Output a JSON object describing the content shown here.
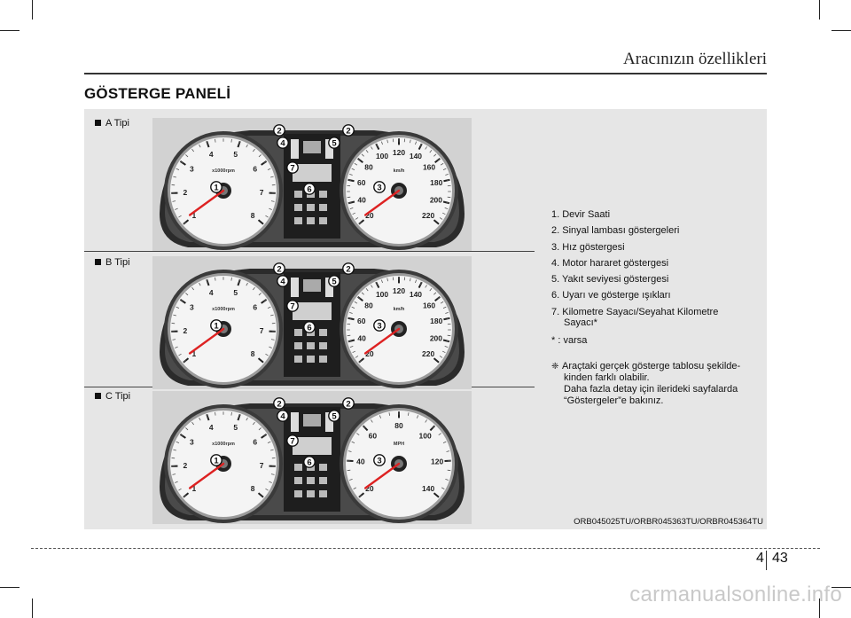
{
  "header": {
    "section_title": "Aracınızın özellikleri"
  },
  "page": {
    "heading": "GÖSTERGE PANELİ",
    "chapter": "4",
    "number": "43"
  },
  "variants": [
    {
      "label": "A Tipi"
    },
    {
      "label": "B Tipi"
    },
    {
      "label": "C Tipi"
    }
  ],
  "gauges": {
    "tach_unit": "x1000rpm",
    "speed_unit": "km/h",
    "speed_unit_c": "MPH",
    "tach_ticks": [
      "1",
      "2",
      "3",
      "4",
      "5",
      "6",
      "7",
      "8"
    ],
    "speed_ticks_a": [
      "20",
      "40",
      "60",
      "80",
      "100",
      "120",
      "140",
      "160",
      "180",
      "200",
      "220"
    ],
    "speed_ticks_c": [
      "20",
      "40",
      "60",
      "80",
      "100",
      "120",
      "140"
    ],
    "callouts": [
      "1",
      "2",
      "2",
      "3",
      "4",
      "5",
      "6",
      "7"
    ]
  },
  "legend": {
    "items": [
      "1. Devir Saati",
      "2. Sinyal lambası göstergeleri",
      "3. Hız göstergesi",
      "4. Motor hararet göstergesi",
      "5. Yakıt seviyesi göstergesi",
      "6. Uyarı ve gösterge ışıkları",
      "7. Kilometre Sayacı/Seyahat Kilometre"
    ],
    "item7_cont": "Sayacı*",
    "footnote": "* : varsa",
    "note_symbol": "❈",
    "note_lines": [
      "Araçtaki gerçek gösterge tablosu şekilde-",
      "kinden farklı olabilir.",
      "Daha fazla detay için ilerideki sayfalarda",
      "“Göstergeler”e bakınız."
    ]
  },
  "ref_code": "ORB045025TU/ORBR045363TU/ORBR045364TU",
  "watermark": "carmanualsonline.info"
}
